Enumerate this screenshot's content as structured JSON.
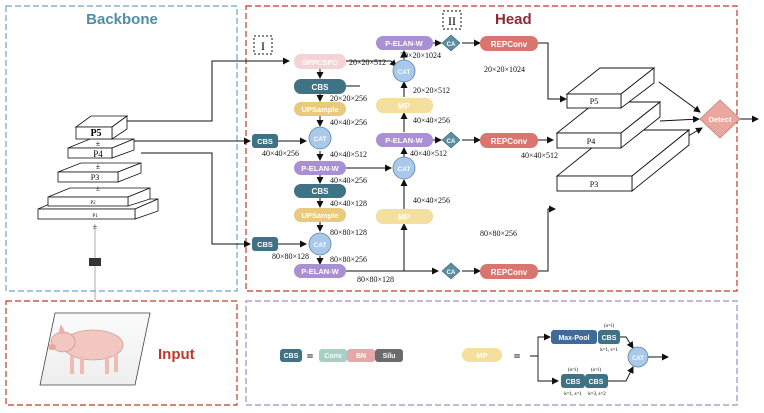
{
  "sections": {
    "backbone": "Backbone",
    "head": "Head",
    "input": "Input"
  },
  "markers": {
    "one": "I",
    "two": "II"
  },
  "nodes": {
    "sppcspc": "SPPCSPC",
    "cbs": "CBS",
    "upsample": "UPSample",
    "cat": "CAT",
    "pelan": "P-ELAN-W",
    "mp": "MP",
    "ca": "CA",
    "repconv": "REPConv",
    "detect": "Detect",
    "maxpool": "Max-Pool",
    "conv": "Conv",
    "bn": "BN",
    "silu": "Silu"
  },
  "pyramid": {
    "p5": "P5",
    "p4": "P4",
    "p3": "P3",
    "p2": "P2",
    "p1": "P1"
  },
  "outputs": {
    "p5": "P5",
    "p4": "P4",
    "p3": "P3"
  },
  "dims": {
    "d_20_512_a": "20×20×512",
    "d_20_1024_a": "20×20×1024",
    "d_20_1024_b": "20×20×1024",
    "d_20_256": "20×20×256",
    "d_40_256_a": "40×40×256",
    "d_20_512_b": "20×20×512",
    "d_40_256_b": "40×40×256",
    "d_40_256_c": "40×40×256",
    "d_40_512_a": "40×40×512",
    "d_40_512_b": "40×40×512",
    "d_40_512_c": "40×40×512",
    "d_40_256_d": "40×40×256",
    "d_40_128": "40×40×128",
    "d_40_256_e": "40×40×256",
    "d_80_128_a": "80×80×128",
    "d_80_256_a": "80×80×256",
    "d_80_128_b": "80×80×128",
    "d_80_256_b": "80×80×256",
    "d_80_128_c": "80×80×128"
  },
  "legend": {
    "equals": "=",
    "oi": "(o=i)",
    "k1s1": "k=1, s=1",
    "k1s1b": "k=1, s=1",
    "k3s2": "k=3, s=2"
  },
  "colors": {
    "backbone_border": "#6fa3c8",
    "head_border": "#c0392b",
    "input_border": "#c0392b",
    "legend_border": "#a48bc4",
    "backbone_title": "#4f8fa6",
    "head_title": "#8b2b35",
    "input_title": "#c0392b",
    "cbs": "#3f7285",
    "sppcspc": "#f3d3d6",
    "upsample": "#e9c97c",
    "cat": "#a9c9ea",
    "pelan": "#a98fd3",
    "mp": "#f5df9e",
    "ca": "#5c8fa3",
    "repconv": "#d9746f",
    "detect": "#e9a79e",
    "maxpool": "#3f6b9a",
    "conv": "#a8cfc4",
    "bn": "#e5a7a7",
    "silu": "#6b6b6b"
  },
  "icons": {
    "pig": "pig-image-icon",
    "arrow": "arrow-icon"
  }
}
